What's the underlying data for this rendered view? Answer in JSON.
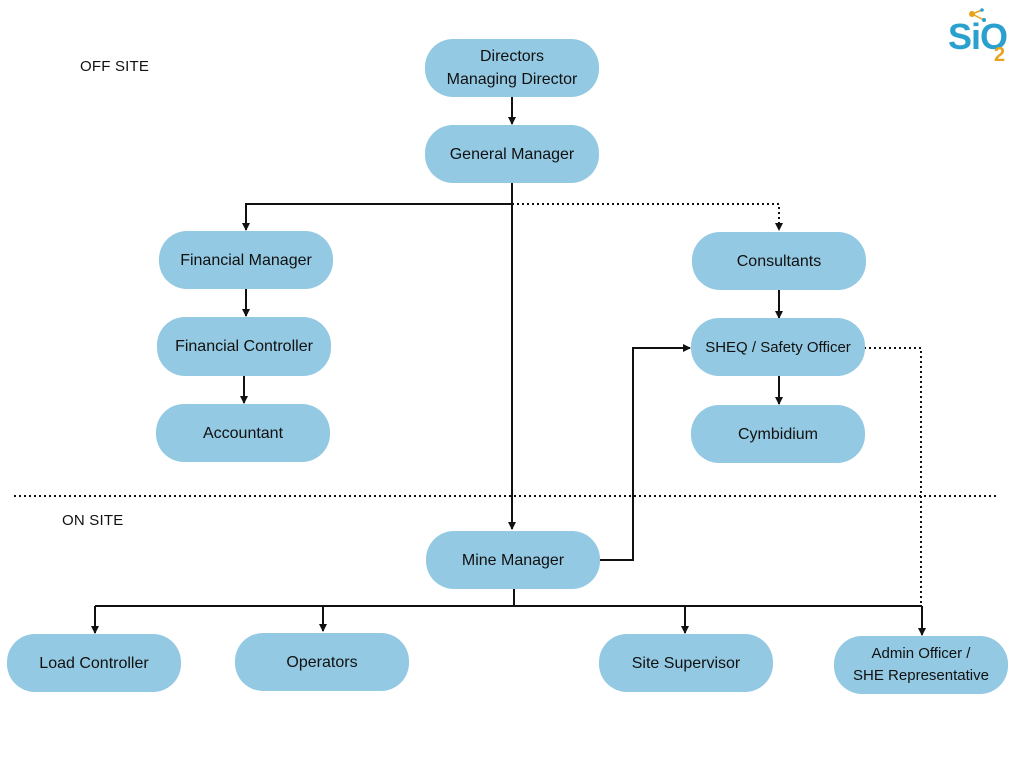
{
  "sections": {
    "off_site": "OFF SITE",
    "on_site": "ON SITE"
  },
  "logo": {
    "text": "SiO",
    "subscript": "2"
  },
  "nodes": {
    "directors": {
      "line1": "Directors",
      "line2": "Managing Director"
    },
    "general_manager": "General Manager",
    "financial_manager": "Financial Manager",
    "financial_controller": "Financial Controller",
    "accountant": "Accountant",
    "consultants": "Consultants",
    "sheq": "SHEQ / Safety Officer",
    "cymbidium": "Cymbidium",
    "mine_manager": "Mine Manager",
    "load_controller": "Load Controller",
    "operators": "Operators",
    "site_supervisor": "Site Supervisor",
    "admin_officer": {
      "line1": "Admin Officer /",
      "line2": "SHE Representative"
    }
  },
  "colors": {
    "node_fill": "#93c9e3",
    "line": "#111111",
    "logo_primary": "#2aa0cf",
    "logo_accent": "#e9a21c"
  }
}
